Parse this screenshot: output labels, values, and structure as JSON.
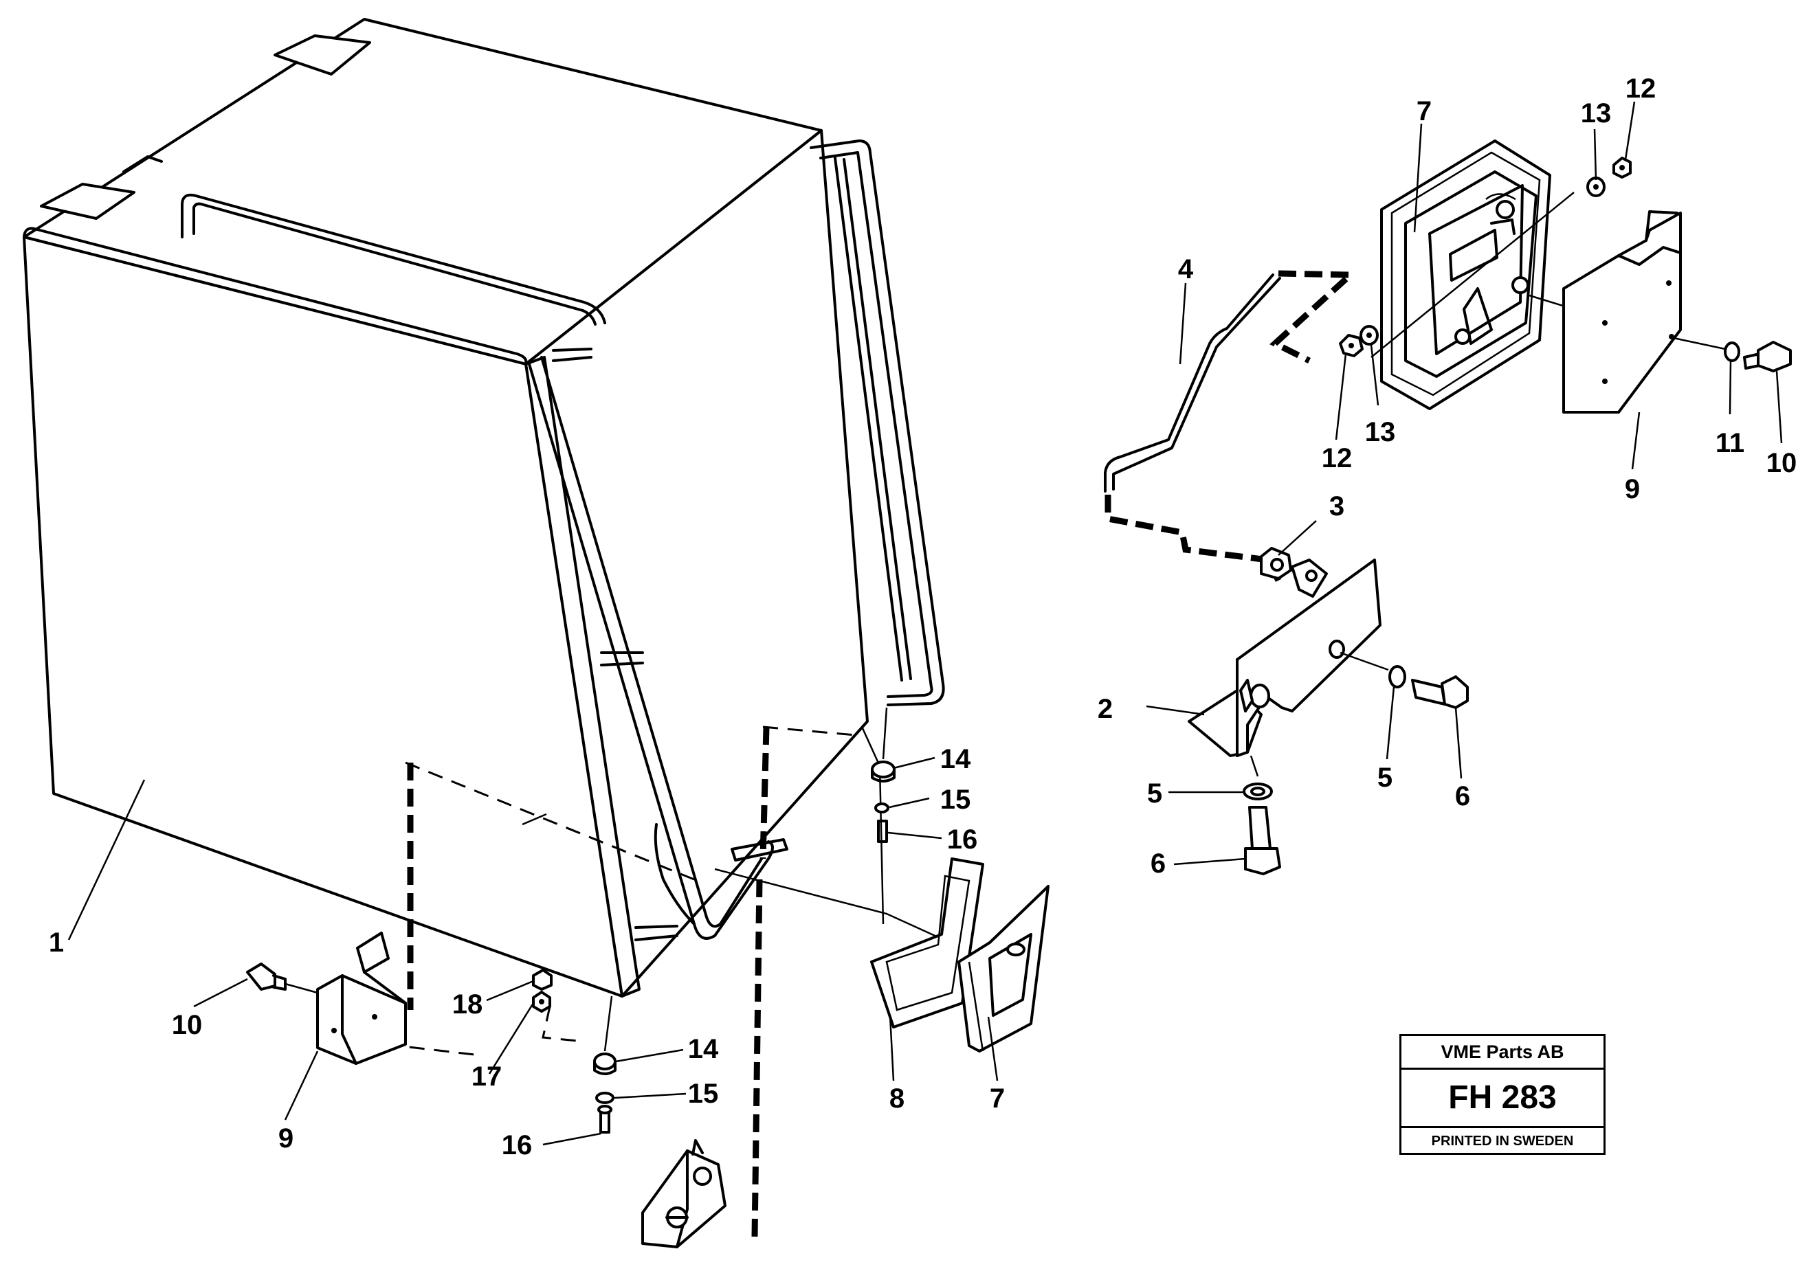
{
  "diagram": {
    "labels": {
      "l1": "1",
      "l2": "2",
      "l3": "3",
      "l4": "4",
      "l5a": "5",
      "l5b": "5",
      "l6a": "6",
      "l6b": "6",
      "l7a": "7",
      "l7b": "7",
      "l8": "8",
      "l9a": "9",
      "l9b": "9",
      "l10a": "10",
      "l10b": "10",
      "l11": "11",
      "l12a": "12",
      "l12b": "12",
      "l13a": "13",
      "l13b": "13",
      "l14a": "14",
      "l14b": "14",
      "l15a": "15",
      "l15b": "15",
      "l16a": "16",
      "l16b": "16",
      "l17": "17",
      "l18": "18"
    }
  },
  "stamp": {
    "company": "VME Parts AB",
    "code": "FH 283",
    "printed": "PRINTED IN SWEDEN"
  }
}
